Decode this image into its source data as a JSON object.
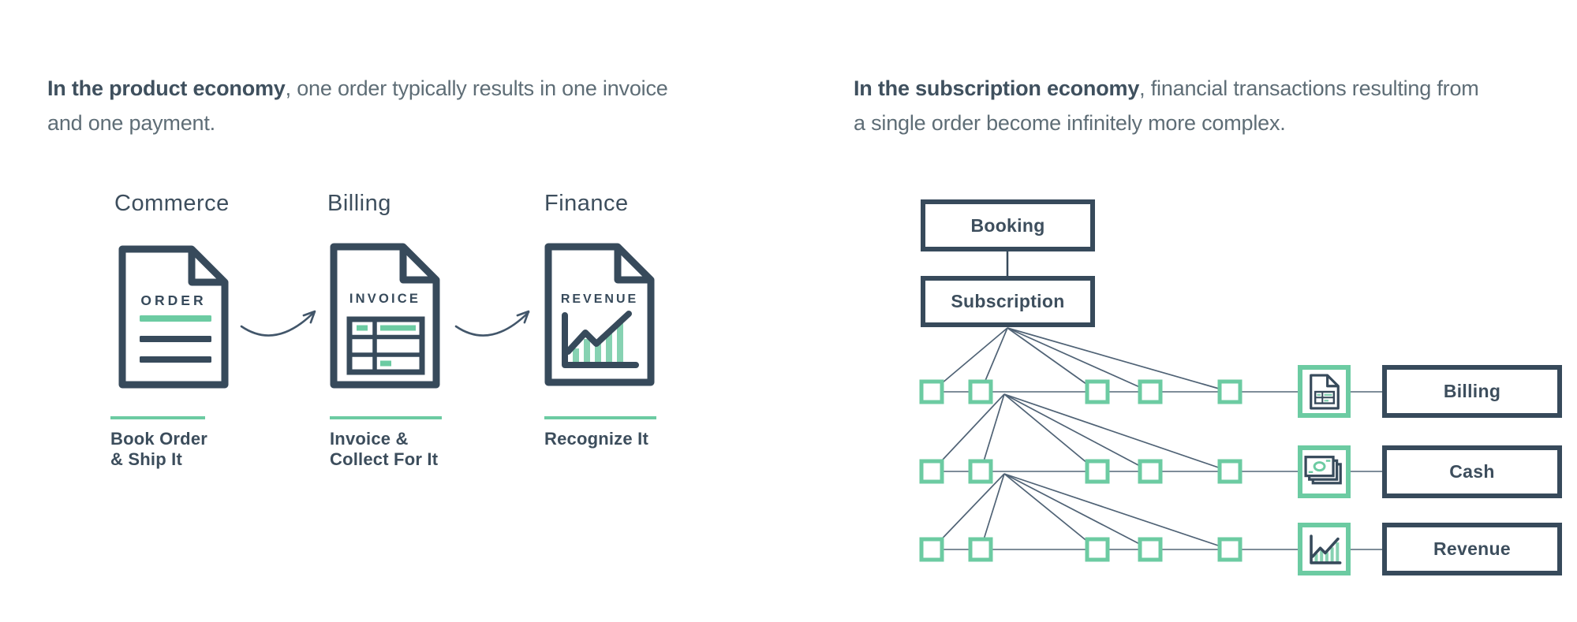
{
  "page": {
    "background": "#ffffff"
  },
  "colors": {
    "dark_slate": "#374a5b",
    "text_dark": "#3d4e5d",
    "text_muted": "#5e6d76",
    "accent_green": "#6ccba2",
    "accent_green_light": "#87d2b2",
    "connector_gray": "#7e8d99",
    "fan_line": "#4f6275"
  },
  "left_panel": {
    "intro_bold": "In the product economy",
    "intro_rest": ", one order typically results in one invoice\nand one payment.",
    "columns": [
      {
        "heading": "Commerce",
        "doc_title": "ORDER",
        "caption": "Book Order\n& Ship It"
      },
      {
        "heading": "Billing",
        "doc_title": "INVOICE",
        "caption": "Invoice &\nCollect For It"
      },
      {
        "heading": "Finance",
        "doc_title": "REVENUE",
        "caption": "Recognize It"
      }
    ]
  },
  "right_panel": {
    "intro_bold": "In the subscription economy",
    "intro_rest": ", financial transactions resulting from\na single order become infinitely more complex.",
    "booking_label": "Booking",
    "subscription_label": "Subscription",
    "rows": [
      {
        "label": "Billing",
        "icon": "invoice-document-icon",
        "squares": 5
      },
      {
        "label": "Cash",
        "icon": "banknotes-icon",
        "squares": 5
      },
      {
        "label": "Revenue",
        "icon": "growth-chart-icon",
        "squares": 5
      }
    ]
  }
}
